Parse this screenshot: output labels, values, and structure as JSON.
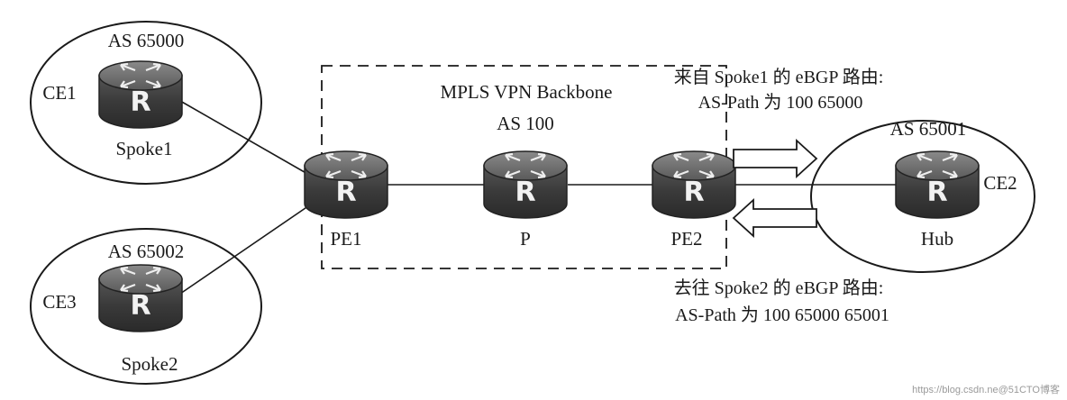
{
  "backbone": {
    "title": "MPLS VPN Backbone",
    "as": "AS 100"
  },
  "sites": {
    "spoke1": {
      "as": "AS 65000",
      "device": "CE1",
      "name": "Spoke1"
    },
    "spoke2": {
      "as": "AS 65002",
      "device": "CE3",
      "name": "Spoke2"
    },
    "hub": {
      "as": "AS 65001",
      "device": "CE2",
      "name": "Hub"
    }
  },
  "routers": {
    "pe1": "PE1",
    "p": "P",
    "pe2": "PE2",
    "router_glyph": "R"
  },
  "annotations": {
    "from_spoke1_line1": "来自 Spoke1 的 eBGP 路由:",
    "from_spoke1_line2": "AS-Path 为 100 65000",
    "to_spoke2_line1": "去往 Spoke2 的 eBGP 路由:",
    "to_spoke2_line2": "AS-Path 为 100 65000 65001"
  },
  "watermark": "https://blog.csdn.ne@51CTO博客",
  "icons": {
    "router": "router-icon",
    "arrow_right": "arrow-right-icon",
    "arrow_left": "arrow-left-icon"
  },
  "colors": {
    "router_body": "#3c3c3c",
    "router_top": "#6e6e6e",
    "line": "#1a1a1a"
  }
}
